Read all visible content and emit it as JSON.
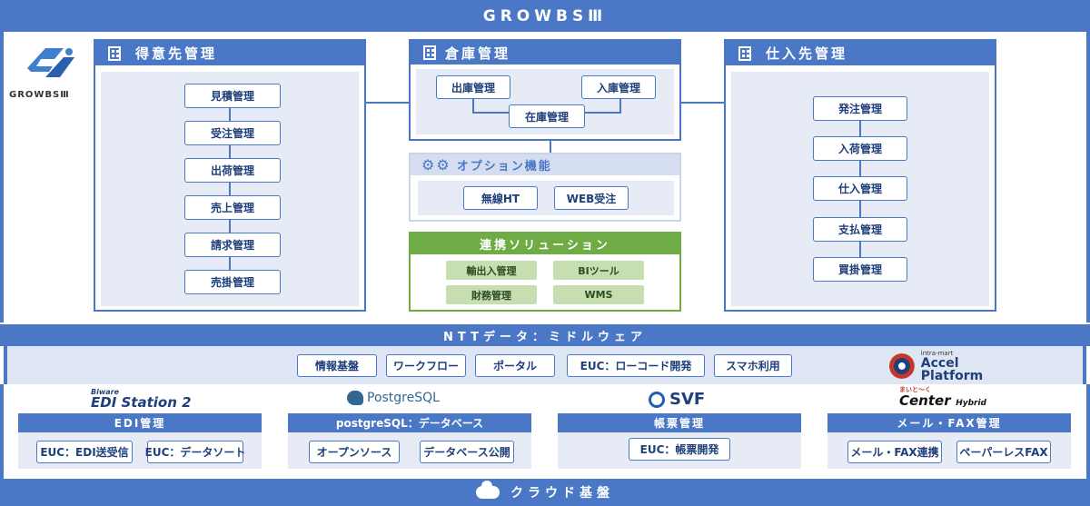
{
  "header": {
    "title": "GROWBSⅢ"
  },
  "logo": {
    "text": "GROWBSⅢ"
  },
  "customer": {
    "title": "得意先管理",
    "items": [
      "見積管理",
      "受注管理",
      "出荷管理",
      "売上管理",
      "請求管理",
      "売掛管理"
    ]
  },
  "warehouse": {
    "title": "倉庫管理",
    "outbound": "出庫管理",
    "inbound": "入庫管理",
    "inventory": "在庫管理"
  },
  "options": {
    "title": "オプション機能",
    "items": [
      "無線HT",
      "WEB受注"
    ]
  },
  "linkage": {
    "title": "連携ソリューション",
    "items": [
      "輸出入管理",
      "BIツール",
      "財務管理",
      "WMS"
    ]
  },
  "supplier": {
    "title": "仕入先管理",
    "items": [
      "発注管理",
      "入荷管理",
      "仕入管理",
      "支払管理",
      "買掛管理"
    ]
  },
  "middleware": {
    "title": "NTTデータ：ミドルウェア",
    "items": [
      "情報基盤",
      "ワークフロー",
      "ポータル",
      "EUC：ローコード開発",
      "スマホ利用"
    ],
    "platform_small": "intra-mart",
    "platform": "Accel Platform"
  },
  "modules": [
    {
      "logo_small": "Biware",
      "logo": "EDI Station 2",
      "title": "EDI管理",
      "items": [
        "EUC：EDI送受信",
        "EUC：データソート"
      ]
    },
    {
      "logo": "PostgreSQL",
      "title": "postgreSQL：データベース",
      "items": [
        "オープンソース",
        "データベース公開"
      ]
    },
    {
      "logo": "SVF",
      "title": "帳票管理",
      "items": [
        "EUC：帳票開発"
      ]
    },
    {
      "logo_small": "まいと〜く",
      "logo": "Center",
      "logo_suffix": "Hybrid",
      "title": "メール・FAX管理",
      "items": [
        "メール・FAX連携",
        "ペーパーレスFAX"
      ]
    }
  ],
  "footer": {
    "title": "クラウド基盤"
  },
  "colors": {
    "primary": "#4a78c6",
    "light": "#e6ebf6",
    "green": "#6fac45",
    "green_light": "#c7dfb0"
  }
}
